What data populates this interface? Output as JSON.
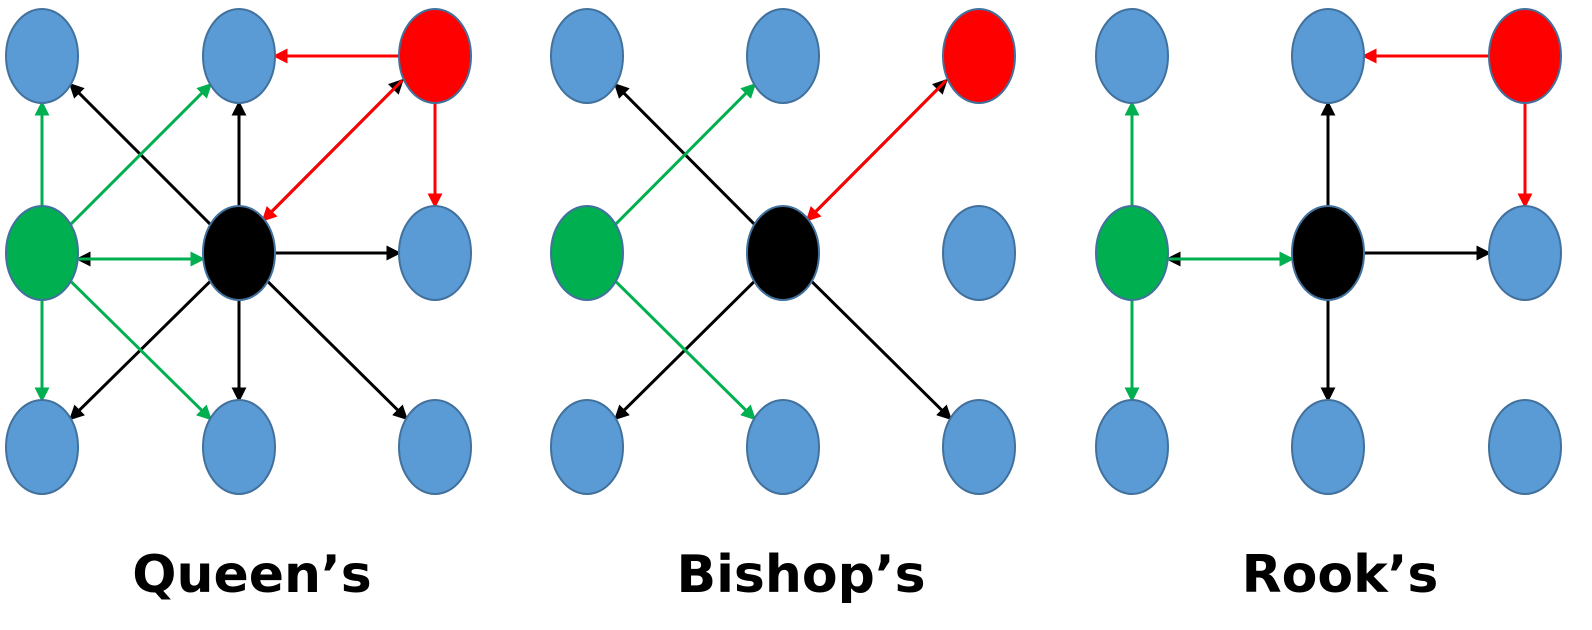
{
  "colors": {
    "node": "#5b9bd5",
    "node_stroke": "#41719c",
    "center": "#000000",
    "green": "#00b050",
    "red": "#ff0000",
    "arrow_black": "#000000"
  },
  "panels": [
    {
      "caption": "Queen’s",
      "nodes": [
        {
          "row": 0,
          "col": 0,
          "color": "blue"
        },
        {
          "row": 0,
          "col": 1,
          "color": "blue"
        },
        {
          "row": 0,
          "col": 2,
          "color": "red"
        },
        {
          "row": 1,
          "col": 0,
          "color": "green"
        },
        {
          "row": 1,
          "col": 1,
          "color": "black"
        },
        {
          "row": 1,
          "col": 2,
          "color": "blue"
        },
        {
          "row": 2,
          "col": 0,
          "color": "blue"
        },
        {
          "row": 2,
          "col": 1,
          "color": "blue"
        },
        {
          "row": 2,
          "col": 2,
          "color": "blue"
        }
      ],
      "edges": [
        {
          "from": [
            1,
            1
          ],
          "to": [
            0,
            0
          ],
          "color": "black"
        },
        {
          "from": [
            1,
            1
          ],
          "to": [
            0,
            1
          ],
          "color": "black"
        },
        {
          "from": [
            1,
            1
          ],
          "to": [
            0,
            2
          ],
          "color": "black"
        },
        {
          "from": [
            1,
            1
          ],
          "to": [
            1,
            0
          ],
          "color": "black"
        },
        {
          "from": [
            1,
            1
          ],
          "to": [
            1,
            2
          ],
          "color": "black"
        },
        {
          "from": [
            1,
            1
          ],
          "to": [
            2,
            0
          ],
          "color": "black"
        },
        {
          "from": [
            1,
            1
          ],
          "to": [
            2,
            1
          ],
          "color": "black"
        },
        {
          "from": [
            1,
            1
          ],
          "to": [
            2,
            2
          ],
          "color": "black"
        },
        {
          "from": [
            1,
            0
          ],
          "to": [
            0,
            0
          ],
          "color": "green"
        },
        {
          "from": [
            1,
            0
          ],
          "to": [
            0,
            1
          ],
          "color": "green"
        },
        {
          "from": [
            1,
            0
          ],
          "to": [
            1,
            1
          ],
          "color": "green"
        },
        {
          "from": [
            1,
            0
          ],
          "to": [
            2,
            0
          ],
          "color": "green"
        },
        {
          "from": [
            1,
            0
          ],
          "to": [
            2,
            1
          ],
          "color": "green"
        },
        {
          "from": [
            0,
            2
          ],
          "to": [
            0,
            1
          ],
          "color": "red"
        },
        {
          "from": [
            0,
            2
          ],
          "to": [
            1,
            1
          ],
          "color": "red"
        },
        {
          "from": [
            0,
            2
          ],
          "to": [
            1,
            2
          ],
          "color": "red"
        }
      ]
    },
    {
      "caption": "Bishop’s",
      "nodes": [
        {
          "row": 0,
          "col": 0,
          "color": "blue"
        },
        {
          "row": 0,
          "col": 1,
          "color": "blue"
        },
        {
          "row": 0,
          "col": 2,
          "color": "red"
        },
        {
          "row": 1,
          "col": 0,
          "color": "green"
        },
        {
          "row": 1,
          "col": 1,
          "color": "black"
        },
        {
          "row": 1,
          "col": 2,
          "color": "blue"
        },
        {
          "row": 2,
          "col": 0,
          "color": "blue"
        },
        {
          "row": 2,
          "col": 1,
          "color": "blue"
        },
        {
          "row": 2,
          "col": 2,
          "color": "blue"
        }
      ],
      "edges": [
        {
          "from": [
            1,
            1
          ],
          "to": [
            0,
            0
          ],
          "color": "black"
        },
        {
          "from": [
            1,
            1
          ],
          "to": [
            0,
            2
          ],
          "color": "black"
        },
        {
          "from": [
            1,
            1
          ],
          "to": [
            2,
            0
          ],
          "color": "black"
        },
        {
          "from": [
            1,
            1
          ],
          "to": [
            2,
            2
          ],
          "color": "black"
        },
        {
          "from": [
            1,
            0
          ],
          "to": [
            0,
            1
          ],
          "color": "green"
        },
        {
          "from": [
            1,
            0
          ],
          "to": [
            2,
            1
          ],
          "color": "green"
        },
        {
          "from": [
            0,
            2
          ],
          "to": [
            1,
            1
          ],
          "color": "red"
        }
      ]
    },
    {
      "caption": "Rook’s",
      "nodes": [
        {
          "row": 0,
          "col": 0,
          "color": "blue"
        },
        {
          "row": 0,
          "col": 1,
          "color": "blue"
        },
        {
          "row": 0,
          "col": 2,
          "color": "red"
        },
        {
          "row": 1,
          "col": 0,
          "color": "green"
        },
        {
          "row": 1,
          "col": 1,
          "color": "black"
        },
        {
          "row": 1,
          "col": 2,
          "color": "blue"
        },
        {
          "row": 2,
          "col": 0,
          "color": "blue"
        },
        {
          "row": 2,
          "col": 1,
          "color": "blue"
        },
        {
          "row": 2,
          "col": 2,
          "color": "blue"
        }
      ],
      "edges": [
        {
          "from": [
            1,
            1
          ],
          "to": [
            0,
            1
          ],
          "color": "black"
        },
        {
          "from": [
            1,
            1
          ],
          "to": [
            1,
            0
          ],
          "color": "black"
        },
        {
          "from": [
            1,
            1
          ],
          "to": [
            1,
            2
          ],
          "color": "black"
        },
        {
          "from": [
            1,
            1
          ],
          "to": [
            2,
            1
          ],
          "color": "black"
        },
        {
          "from": [
            1,
            0
          ],
          "to": [
            0,
            0
          ],
          "color": "green"
        },
        {
          "from": [
            1,
            0
          ],
          "to": [
            1,
            1
          ],
          "color": "green"
        },
        {
          "from": [
            1,
            0
          ],
          "to": [
            2,
            0
          ],
          "color": "green"
        },
        {
          "from": [
            0,
            2
          ],
          "to": [
            0,
            1
          ],
          "color": "red"
        },
        {
          "from": [
            0,
            2
          ],
          "to": [
            1,
            2
          ],
          "color": "red"
        }
      ]
    }
  ]
}
